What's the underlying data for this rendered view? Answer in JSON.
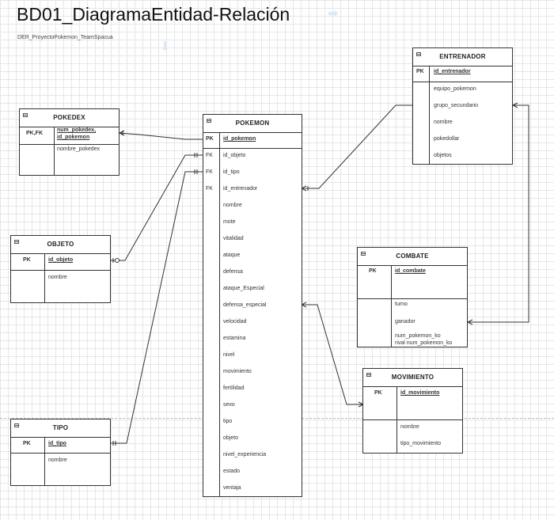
{
  "diagram": {
    "title": "BD01_DiagramaEntidad-Relación",
    "subtitle": "DER_ProyectoPokemon_TeamSpacua"
  },
  "entities": {
    "pokedex": {
      "name": "POKEDEX",
      "pk_label": "PK,FK",
      "pk_lines": [
        "num_pokedex,",
        "id_pokemon"
      ],
      "attributes": [
        "nombre_pokedex"
      ]
    },
    "objeto": {
      "name": "OBJETO",
      "pk_label": "PK",
      "pk": "id_objeto",
      "attributes": [
        "nombre"
      ]
    },
    "tipo": {
      "name": "TIPO",
      "pk_label": "PK",
      "pk": "id_tipo",
      "attributes": [
        "nombre"
      ]
    },
    "pokemon": {
      "name": "POKEMON",
      "pk_label": "PK",
      "pk": "id_pokemon",
      "fk_label": "FK",
      "fks": [
        "id_objeto",
        "id_tipo",
        "id_entrenador"
      ],
      "attributes": [
        "nombre",
        "mote",
        "vitalidad",
        "ataque",
        "defensa",
        "ataque_Especial",
        "defensa_especial",
        "velocidad",
        "estamina",
        "nivel",
        "movimiento",
        "fertilidad",
        "sexo",
        "tipo",
        "objeto",
        "nivel_experiencia",
        "estado",
        "ventaja"
      ]
    },
    "entrenador": {
      "name": "ENTRENADOR",
      "pk_label": "PK",
      "pk": "id_entrenador",
      "attributes": [
        "equipo_pokemon",
        "grupo_secundario",
        "nombre",
        "pokedollar",
        "objetos"
      ]
    },
    "combate": {
      "name": "COMBATE",
      "pk_label": "PK",
      "pk": "id_combate",
      "attributes": [
        "turno",
        "ganador",
        "num_pokemon_ko",
        "rival num_pokemon_ko"
      ]
    },
    "movimiento": {
      "name": "MOVIMIENTO",
      "pk_label": "PK",
      "pk": "id_movimiento",
      "attributes": [
        "nombre",
        "tipo_movimiento"
      ]
    }
  },
  "relationships": [
    {
      "from": "pokedex",
      "to": "pokemon"
    },
    {
      "from": "objeto",
      "to": "pokemon"
    },
    {
      "from": "tipo",
      "to": "pokemon"
    },
    {
      "from": "pokemon",
      "to": "entrenador"
    },
    {
      "from": "entrenador",
      "to": "combate"
    },
    {
      "from": "pokemon",
      "to": "movimiento"
    }
  ]
}
